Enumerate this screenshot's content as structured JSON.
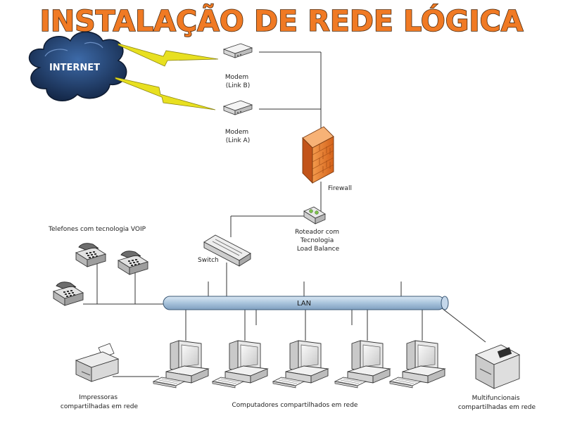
{
  "title": "INSTALAÇÃO DE REDE LÓGICA",
  "cloud_label": "INTERNET",
  "modem_b": [
    "Modem",
    "(Link B)"
  ],
  "modem_a": [
    "Modem",
    "(Link A)"
  ],
  "firewall": "Firewall",
  "router": [
    "Roteador com",
    "Tecnologia",
    "Load Balance"
  ],
  "switch": "Switch",
  "phones": "Telefones com tecnologia VOIP",
  "lan": "LAN",
  "printers": [
    "Impressoras",
    "compartilhadas em rede"
  ],
  "computers": "Computadores compartilhados em rede",
  "multifunction": [
    "Multifuncionais",
    "compartilhadas em rede"
  ],
  "colors": {
    "title_fill": "#f07a24",
    "cloud": "#1f3f6e",
    "firewall": "#e8762a",
    "lightning": "#e8e020",
    "lan_bus": "#a9c4dc"
  }
}
